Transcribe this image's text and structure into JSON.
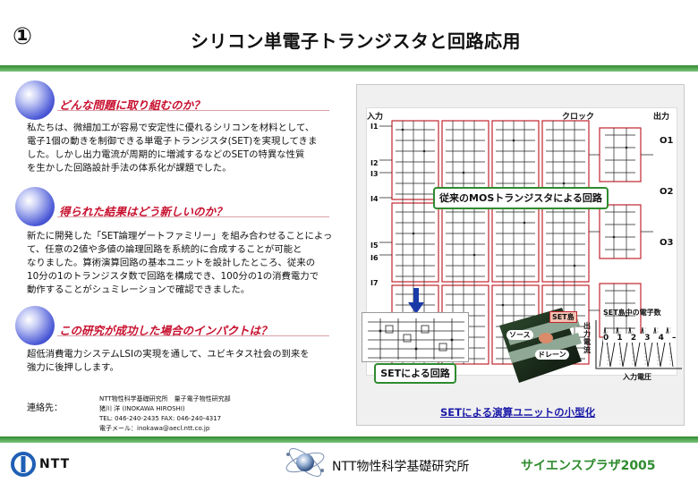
{
  "header": {
    "number": "①",
    "title": "シリコン単電子トランジスタと回路応用"
  },
  "sections": [
    {
      "question": "どんな問題に取り組むのか？",
      "lines": [
        "私たちは、微細加工が容易で安定性に優れるシリコンを材料として、",
        "電子1個の動きを制御できる単電子トランジスタ(SET)を実現してきま",
        "した。しかし出力電流が周期的に増減するなどのSETの特異な性質",
        "を生かした回路設計手法の体系化が課題でした。"
      ]
    },
    {
      "question": "得られた結果はどう新しいのか？",
      "lines": [
        "新たに開発した「SET論理ゲートファミリー」を組み合わせることによっ",
        "て、任意の2値や多値の論理回路を系統的に合成することが可能と",
        "なりました。算術演算回路の基本ユニットを設計したところ、従来の",
        "10分の1のトランジスタ数で回路を構成でき、100分の1の消費電力で",
        "動作することがシュミレーションで確認できました。"
      ]
    },
    {
      "question": "この研究が成功した場合のインパクトは？",
      "lines": [
        "超低消費電力システムLSIの実現を通して、ユビキタス社会の到来を",
        "強力に後押しします。"
      ]
    }
  ],
  "contact": {
    "label": "連絡先：",
    "lines": [
      "NTT物性科学基礎研究所　量子電子物性研究部",
      "猪川 洋 (INOKAWA HIROSHI)",
      "TEL: 046-240-2435  FAX: 046-240-4317",
      "電子メール：inokawa@aecl.ntt.co.jp"
    ]
  },
  "figure": {
    "input_label": "入力",
    "clock_label": "クロック",
    "output_label": "出力",
    "inputs": [
      "I1",
      "I2",
      "I3",
      "I4",
      "I5",
      "I6",
      "I7"
    ],
    "outputs": [
      "O1",
      "O2",
      "O3"
    ],
    "mos_label": "従来のMOSトランジスタによる回路",
    "set_label": "SETによる回路",
    "device_island": "SET島",
    "device_source": "ソース",
    "device_drain": "ドレーン",
    "graph_title": "SET島中の電子数",
    "graph_ylabel": "出力電流",
    "graph_xlabel": "入力電圧",
    "graph_ticks": [
      "0",
      "1",
      "2",
      "3",
      "4 –"
    ],
    "caption": "SETによる演算ユニットの小型化"
  },
  "footer": {
    "ntt": "NTT",
    "lab": "NTT物性科学基礎研究所",
    "event": "サイエンスプラザ2005"
  },
  "colors": {
    "band_green": "#2f8a2f",
    "question_red": "#c8102e",
    "caption_blue": "#1a1aa8",
    "box_green": "#2e8b2e",
    "ntt_blue": "#1f5fb5"
  }
}
